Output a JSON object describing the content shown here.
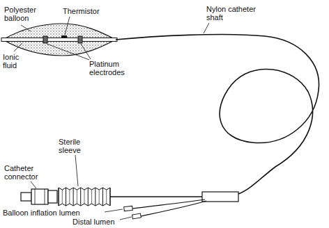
{
  "diagram": {
    "labels": [
      "Polyester balloon",
      "Thermistor",
      "Nylon catheter shaft",
      "Ionic fluid",
      "Platinum electrodes",
      "Catheter connector",
      "Sterile sleeve",
      "Balloon inflation lumen",
      "Distal lumen"
    ]
  }
}
